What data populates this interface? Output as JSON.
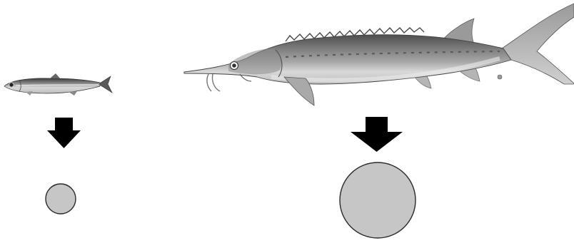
{
  "figure": {
    "background": "#ffffff",
    "colors": {
      "arrow": "#000000",
      "circle_fill": "#c6c6c6",
      "circle_stroke": "#2a2a2a",
      "fish_body": "#9a9a9a",
      "fish_belly": "#e6e6e6",
      "fish_dark": "#4a4a4a"
    },
    "items": [
      {
        "subject": "small-fish",
        "egg": "small-egg"
      },
      {
        "subject": "large-sturgeon",
        "egg": "large-egg"
      }
    ]
  }
}
